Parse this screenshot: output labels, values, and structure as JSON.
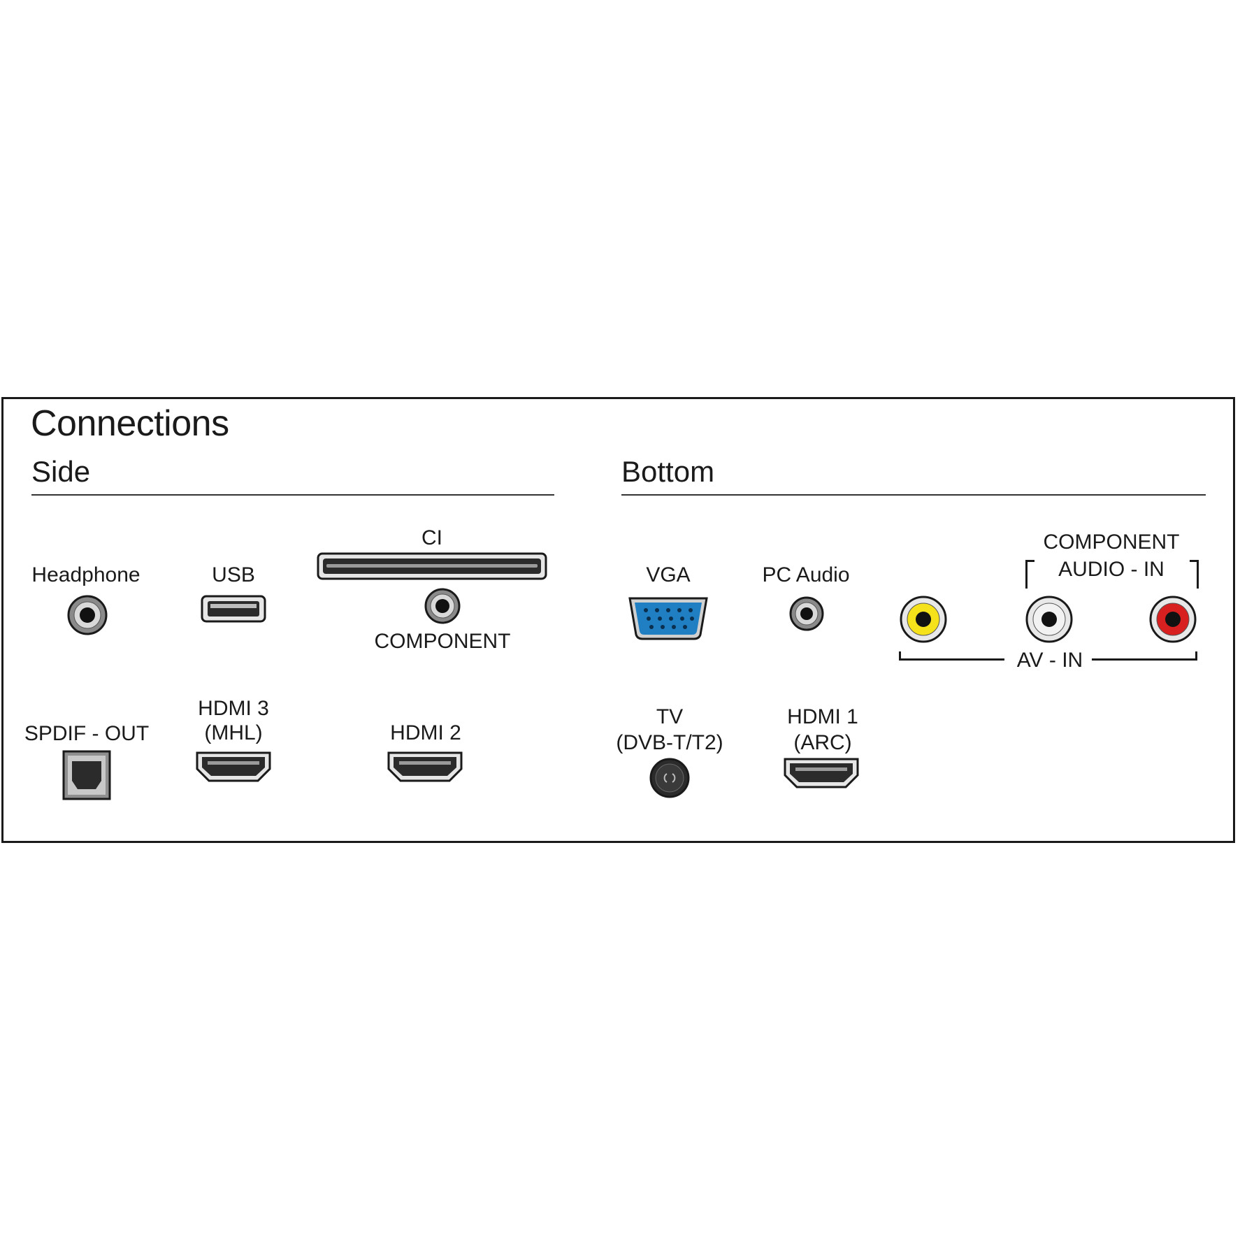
{
  "title": "Connections",
  "sections": {
    "side": "Side",
    "bottom": "Bottom"
  },
  "side": {
    "headphone": "Headphone",
    "usb": "USB",
    "ci": "CI",
    "component": "COMPONENT",
    "spdif_out": "SPDIF - OUT",
    "hdmi3_line1": "HDMI 3",
    "hdmi3_line2": "(MHL)",
    "hdmi2": "HDMI 2"
  },
  "bottom": {
    "vga": "VGA",
    "pc_audio": "PC Audio",
    "component_audio_line1": "COMPONENT",
    "component_audio_line2": "AUDIO - IN",
    "av_in": "AV - IN",
    "tv_line1": "TV",
    "tv_line2": "(DVB-T/T2)",
    "hdmi1_line1": "HDMI 1",
    "hdmi1_line2": "(ARC)"
  },
  "colors": {
    "vga_blue": "#1f7fc2",
    "rca_yellow": "#f5e21a",
    "rca_white": "#f2f2f2",
    "rca_red": "#d92020",
    "port_dark": "#2b2b2b"
  },
  "icons": [
    "headphone-jack-icon",
    "usb-port-icon",
    "ci-slot-icon",
    "component-jack-icon",
    "optical-port-icon",
    "hdmi-port-icon",
    "vga-port-icon",
    "audio-jack-icon",
    "rca-jack-icon",
    "coax-port-icon"
  ]
}
